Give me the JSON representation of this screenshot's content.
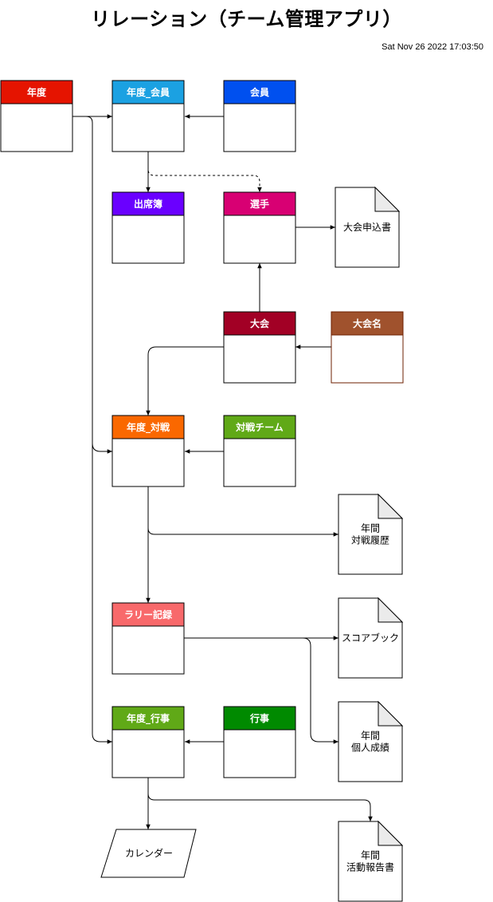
{
  "title": "リレーション（チーム管理アプリ）",
  "timestamp": "Sat Nov 26 2022 17:03:50",
  "tables": [
    {
      "id": "nendo",
      "label": "年度",
      "color": "#e51400",
      "border": "#000000"
    },
    {
      "id": "nendo_kaiin",
      "label": "年度_会員",
      "color": "#1ba1e2",
      "border": "#000000"
    },
    {
      "id": "kaiin",
      "label": "会員",
      "color": "#0050ef",
      "border": "#000000"
    },
    {
      "id": "shusseki",
      "label": "出席簿",
      "color": "#6a00ff",
      "border": "#000000"
    },
    {
      "id": "senshu",
      "label": "選手",
      "color": "#d80073",
      "border": "#000000"
    },
    {
      "id": "taikai",
      "label": "大会",
      "color": "#a20025",
      "border": "#000000"
    },
    {
      "id": "taikaimei",
      "label": "大会名",
      "color": "#a0522d",
      "border": "#6d1f00"
    },
    {
      "id": "nendo_taisen",
      "label": "年度_対戦",
      "color": "#fa6800",
      "border": "#000000"
    },
    {
      "id": "taisen_team",
      "label": "対戦チーム",
      "color": "#60a917",
      "border": "#000000"
    },
    {
      "id": "rally",
      "label": "ラリー記録",
      "color": "#f8696b",
      "border": "#000000"
    },
    {
      "id": "nendo_gyoji",
      "label": "年度_行事",
      "color": "#60a917",
      "border": "#000000"
    },
    {
      "id": "gyoji",
      "label": "行事",
      "color": "#008a00",
      "border": "#000000"
    }
  ],
  "documents": [
    {
      "id": "doc_moushikomi",
      "lines": [
        "大会申込書"
      ]
    },
    {
      "id": "doc_taisen",
      "lines": [
        "年間",
        "対戦履歴"
      ]
    },
    {
      "id": "doc_score",
      "lines": [
        "スコアブック"
      ]
    },
    {
      "id": "doc_kojin",
      "lines": [
        "年間",
        "個人成績"
      ]
    },
    {
      "id": "doc_katsudo",
      "lines": [
        "年間",
        "活動報告書"
      ]
    }
  ],
  "io": [
    {
      "id": "calendar",
      "label": "カレンダー"
    }
  ]
}
